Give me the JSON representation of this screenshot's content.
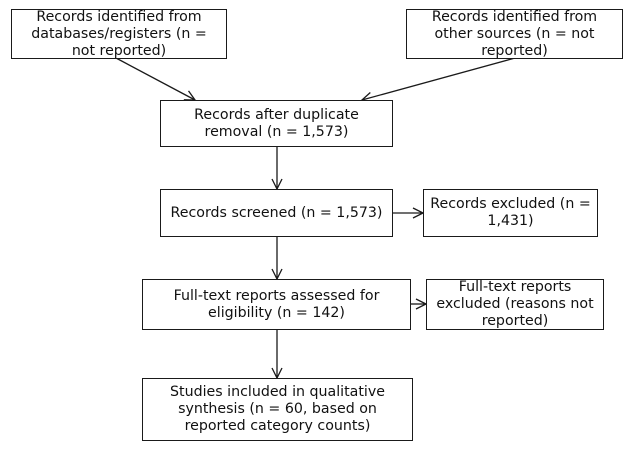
{
  "diagram": {
    "boxes": {
      "identified_databases": "Records identified from databases/registers (n = not reported)",
      "identified_other": "Records identified from other sources (n = not reported)",
      "after_duplicates": "Records after duplicate removal (n = 1,573)",
      "screened": "Records screened (n = 1,573)",
      "excluded": "Records excluded (n = 1,431)",
      "fulltext_assessed": "Full-text reports assessed for eligibility (n = 142)",
      "fulltext_excluded": "Full-text reports excluded (reasons not reported)",
      "included": "Studies included in qualitative synthesis (n = 60, based on reported category counts)"
    },
    "colors": {
      "stroke": "#1a1a1a",
      "text": "#111111",
      "background": "#ffffff"
    }
  }
}
